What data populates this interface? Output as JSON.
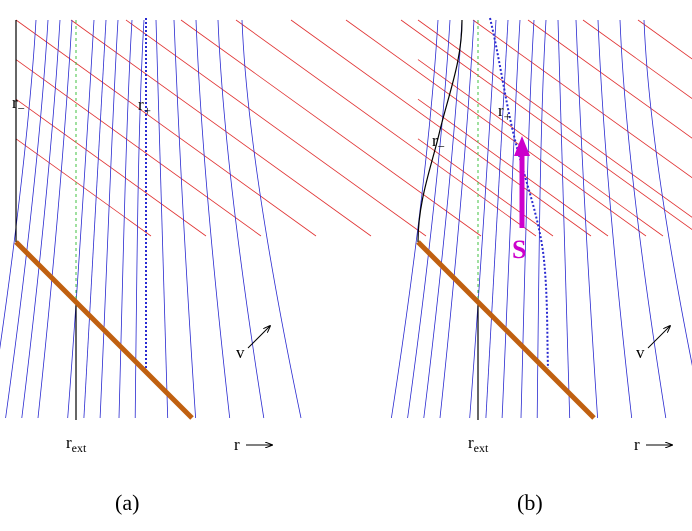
{
  "panels": [
    {
      "caption": "(a)",
      "labels": {
        "r_minus_base": "r",
        "r_minus_sub": "−",
        "r_plus_base": "r",
        "r_plus_sub": "+",
        "r_ext_base": "r",
        "r_ext_sub": "ext",
        "v_axis": "v",
        "r_axis": "r"
      }
    },
    {
      "caption": "(b)",
      "labels": {
        "r_minus_base": "r",
        "r_minus_sub": "−",
        "r_plus_base": "r",
        "r_plus_sub": "+",
        "r_ext_base": "r",
        "r_ext_sub": "ext",
        "v_axis": "v",
        "r_axis": "r",
        "arrow_label": "S"
      }
    }
  ],
  "colors": {
    "ingoing_lines": "#e03030",
    "outgoing_lines": "#2a2ad0",
    "collapsing_shell": "#c06010",
    "r_ext_dashed": "#40c040",
    "arrow": "#cc00cc",
    "boundary": "#000000"
  }
}
